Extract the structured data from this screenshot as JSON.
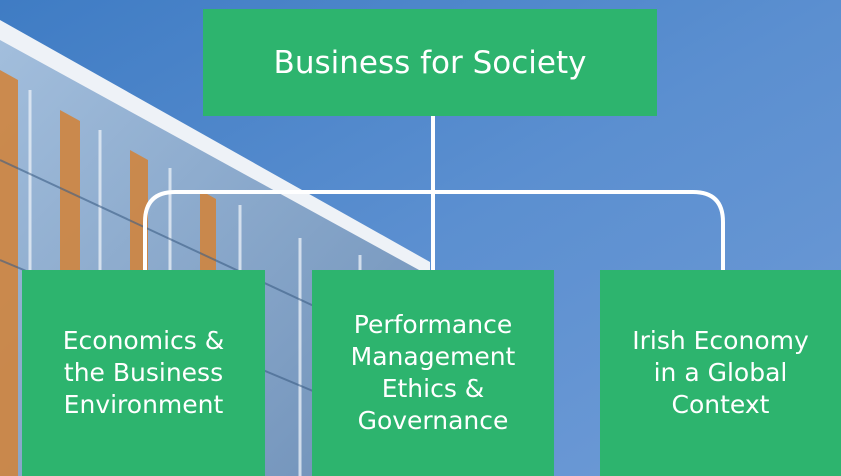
{
  "diagram": {
    "root": {
      "label": "Business for Society"
    },
    "children": [
      {
        "label": "Economics &\nthe Business\nEnvironment"
      },
      {
        "label": "Performance\nManagement\nEthics &\nGovernance"
      },
      {
        "label": "Irish Economy\nin a Global\nContext"
      }
    ]
  },
  "colors": {
    "node": "#2db46e",
    "text": "#ffffff",
    "connector": "#ffffff",
    "sky": "#4f86c8"
  }
}
